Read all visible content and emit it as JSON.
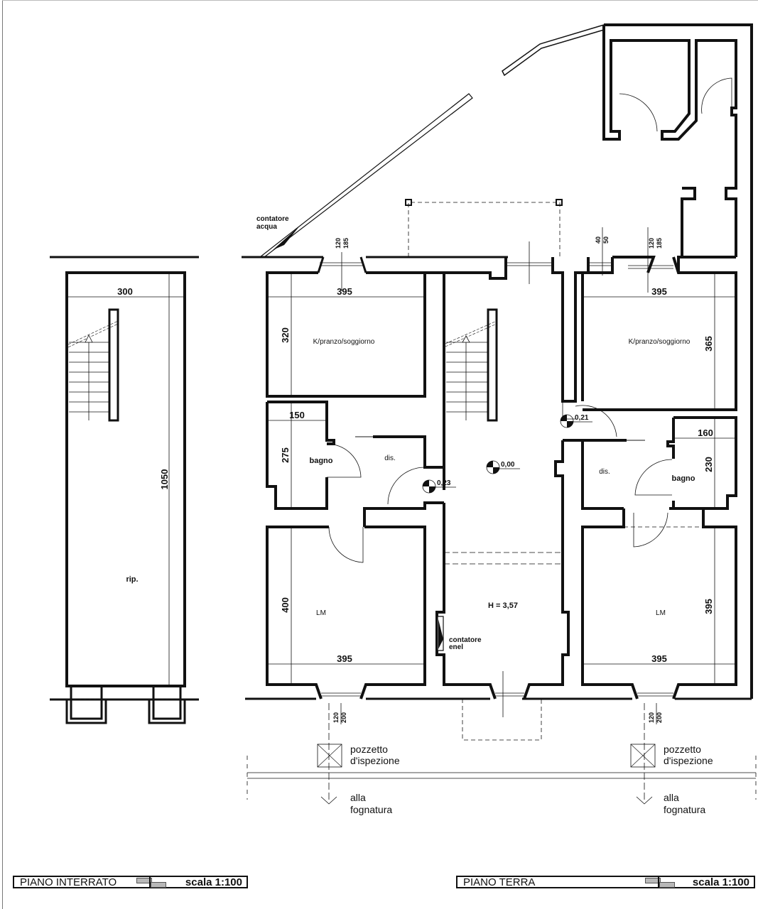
{
  "basement": {
    "title": "PIANO INTERRATO",
    "scale": "scala 1:100",
    "dims": {
      "width": "300",
      "length": "1050"
    },
    "room_label": "rip."
  },
  "ground": {
    "title": "PIANO TERRA",
    "scale": "scala 1:100",
    "left_unit": {
      "living": {
        "label": "K/pranzo/soggiorno",
        "width": "395",
        "depth": "320"
      },
      "bath": {
        "label": "bagno",
        "width": "150",
        "depth": "275"
      },
      "hall": {
        "label": "dis."
      },
      "bedroom": {
        "label": "LM",
        "width": "395",
        "depth": "400"
      },
      "window_dims": {
        "top": [
          "120",
          "185"
        ],
        "bottom": [
          "120",
          "200"
        ]
      }
    },
    "right_unit": {
      "living": {
        "label": "K/pranzo/soggiorno",
        "width": "395",
        "depth": "365"
      },
      "bath": {
        "label": "bagno",
        "width": "160",
        "depth": "230"
      },
      "hall": {
        "label": "dis."
      },
      "bedroom": {
        "label": "LM",
        "width": "395",
        "depth": "395"
      },
      "window_dims": {
        "top": [
          "120",
          "185"
        ],
        "door": [
          "40",
          "50"
        ],
        "bottom": [
          "120",
          "200"
        ]
      }
    },
    "stair_hall": {
      "height_label": "H = 3,57",
      "levels": {
        "hall": "0,00",
        "left_step": "0,23",
        "right_step": "0,21"
      }
    },
    "meters": {
      "water": [
        "contatore",
        "acqua"
      ],
      "electric": [
        "contatore",
        "enel"
      ]
    },
    "drainage": {
      "left": {
        "pit": [
          "pozzetto",
          "d'ispezione"
        ],
        "sewer": [
          "alla",
          "fognatura"
        ]
      },
      "right": {
        "pit": [
          "pozzetto",
          "d'ispezione"
        ],
        "sewer": [
          "alla",
          "fognatura"
        ]
      }
    }
  }
}
